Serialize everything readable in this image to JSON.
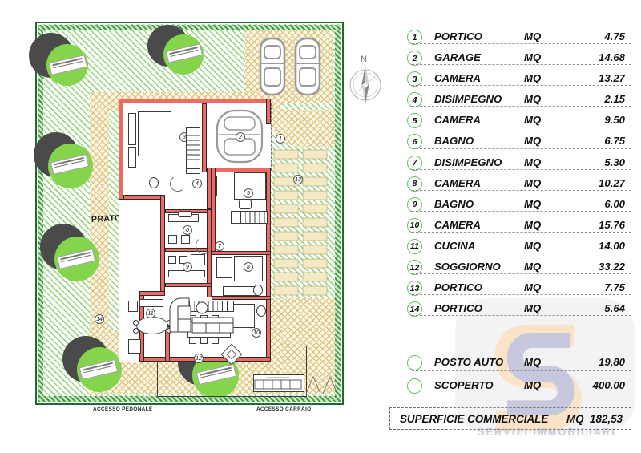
{
  "document": {
    "type": "architectural-floor-plan",
    "watermark_text": "SERVIZI IMMOBILIARI"
  },
  "legend": {
    "unit": "MQ",
    "rooms": [
      {
        "n": "1",
        "name": "PORTICO",
        "unit": "MQ",
        "value": "4.75"
      },
      {
        "n": "2",
        "name": "GARAGE",
        "unit": "MQ",
        "value": "14.68"
      },
      {
        "n": "3",
        "name": "CAMERA",
        "unit": "MQ",
        "value": "13.27"
      },
      {
        "n": "4",
        "name": "DISIMPEGNO",
        "unit": "MQ",
        "value": "2.15"
      },
      {
        "n": "5",
        "name": "CAMERA",
        "unit": "MQ",
        "value": "9.50"
      },
      {
        "n": "6",
        "name": "BAGNO",
        "unit": "MQ",
        "value": "6.75"
      },
      {
        "n": "7",
        "name": "DISIMPEGNO",
        "unit": "MQ",
        "value": "5.30"
      },
      {
        "n": "8",
        "name": "CAMERA",
        "unit": "MQ",
        "value": "10.27"
      },
      {
        "n": "9",
        "name": "BAGNO",
        "unit": "MQ",
        "value": "6.00"
      },
      {
        "n": "10",
        "name": "CAMERA",
        "unit": "MQ",
        "value": "15.76"
      },
      {
        "n": "11",
        "name": "CUCINA",
        "unit": "MQ",
        "value": "14.00"
      },
      {
        "n": "12",
        "name": "SOGGIORNO",
        "unit": "MQ",
        "value": "33.22"
      },
      {
        "n": "13",
        "name": "PORTICO",
        "unit": "MQ",
        "value": "7.75"
      },
      {
        "n": "14",
        "name": "PORTICO",
        "unit": "MQ",
        "value": "5.64"
      }
    ],
    "outdoor": [
      {
        "name": "POSTO AUTO",
        "unit": "MQ",
        "value": "19,80"
      },
      {
        "name": "SCOPERTO",
        "unit": "MQ",
        "value": "400.00"
      }
    ],
    "total": {
      "label": "SUPERFICIE COMMERCIALE",
      "unit": "MQ",
      "value": "182,53"
    }
  },
  "site": {
    "lawn_label": "PRATO",
    "access_pedestrian": "ACCESSO PEDONALE",
    "access_vehicle": "ACCESSO CARRAIO",
    "north_label": "N"
  },
  "plan_numbers": [
    "1",
    "2",
    "3",
    "4",
    "5",
    "6",
    "7",
    "8",
    "9",
    "10",
    "11",
    "12",
    "13",
    "14"
  ],
  "colors": {
    "wall": "#ef6a63",
    "lawn": "#78c85a",
    "hedge": "#3f9b46",
    "paving": "#fdf6e3",
    "bubble_ring": "#5ec45e",
    "tree": "#84d44c",
    "tree_shadow": "#4a4a4a",
    "watermark": "#c9cbd6"
  }
}
